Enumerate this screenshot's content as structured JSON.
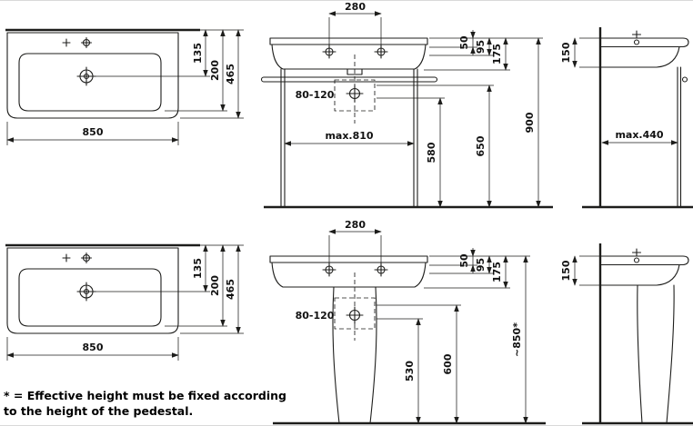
{
  "colors": {
    "ink": "#1d1d1b",
    "background": "#ffffff"
  },
  "footnote": {
    "line1": "* = Effective height must be fixed according",
    "line2": "to the height of the pedestal."
  },
  "views": {
    "plan_top": {
      "dim_135": "135",
      "dim_200": "200",
      "dim_465": "465",
      "dim_850": "850"
    },
    "console_front": {
      "dim_280": "280",
      "dim_50": "50",
      "dim_95": "95",
      "dim_175": "175",
      "dim_80_120": "80-120",
      "dim_max810": "max.810",
      "dim_580": "580",
      "dim_650": "650",
      "dim_900": "900"
    },
    "console_side": {
      "dim_150": "150",
      "dim_max440": "max.440"
    },
    "plan_bottom": {
      "dim_135": "135",
      "dim_200": "200",
      "dim_465": "465",
      "dim_850": "850"
    },
    "pedestal_front": {
      "dim_280": "280",
      "dim_50": "50",
      "dim_95": "95",
      "dim_175": "175",
      "dim_80_120": "80-120",
      "dim_530": "530",
      "dim_600": "600",
      "dim_850_eff": "~850*"
    },
    "pedestal_side": {
      "dim_150": "150"
    }
  }
}
